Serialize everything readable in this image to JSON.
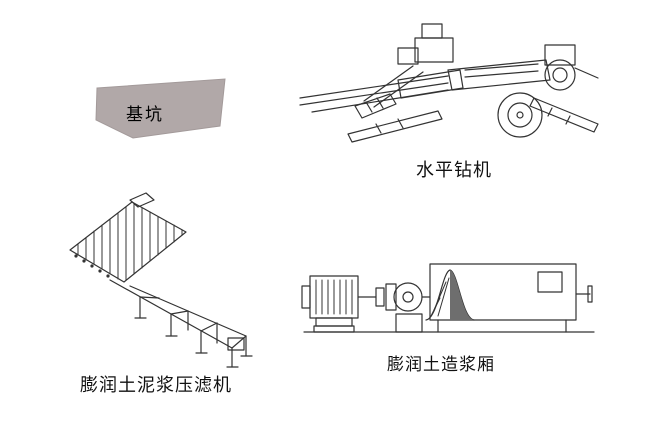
{
  "labels": {
    "pit": "基坑",
    "horizontal_drill": "水平钻机",
    "filter_press": "膨润土泥浆压滤机",
    "slurry_chamber": "膨润土造浆厢"
  },
  "colors": {
    "background": "#ffffff",
    "line": "#333333",
    "text": "#111111",
    "pit_fill": "#b1a8a8",
    "pit_edge": "#a39a9a",
    "cone_shade": "#6e6e6e"
  }
}
